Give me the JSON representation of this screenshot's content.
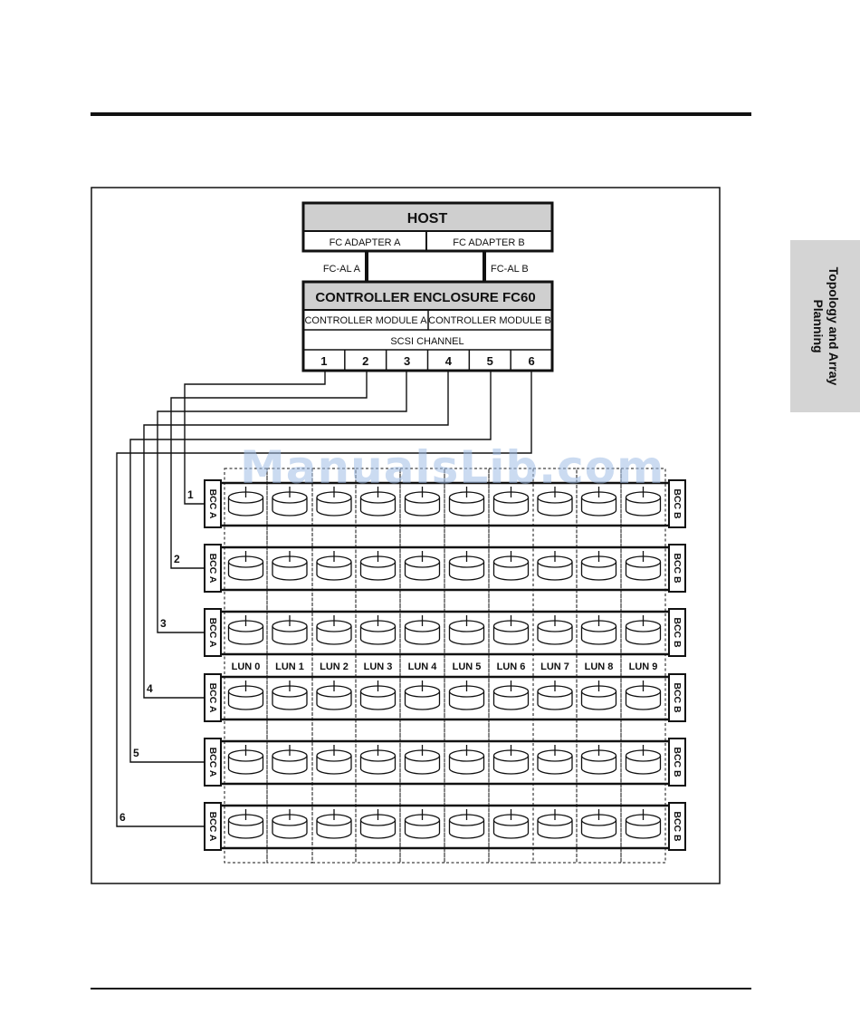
{
  "side_tab": {
    "line1": "Topology and Array",
    "line2": "Planning"
  },
  "host": {
    "title": "HOST",
    "adapters": [
      "FC ADAPTER A",
      "FC ADAPTER B"
    ]
  },
  "links": {
    "left": "FC-AL A",
    "right": "FC-AL B"
  },
  "controller": {
    "title": "CONTROLLER ENCLOSURE FC60",
    "modules": [
      "CONTROLLER MODULE A",
      "CONTROLLER MODULE B"
    ],
    "scsi_label": "SCSI CHANNEL",
    "channels": [
      "1",
      "2",
      "3",
      "4",
      "5",
      "6"
    ]
  },
  "enclosures": {
    "bcc_left": "BCC A",
    "bcc_right": "BCC B",
    "row_labels": [
      "1",
      "2",
      "3",
      "4",
      "5",
      "6"
    ],
    "lun_labels": [
      "LUN 0",
      "LUN 1",
      "LUN 2",
      "LUN 3",
      "LUN 4",
      "LUN 5",
      "LUN 6",
      "LUN 7",
      "LUN 8",
      "LUN 9"
    ]
  },
  "colors": {
    "header_fill": "#cfcfcf",
    "stroke": "#111111",
    "side_tab": "#d4d4d4"
  },
  "watermark": "ManualsLib.com"
}
